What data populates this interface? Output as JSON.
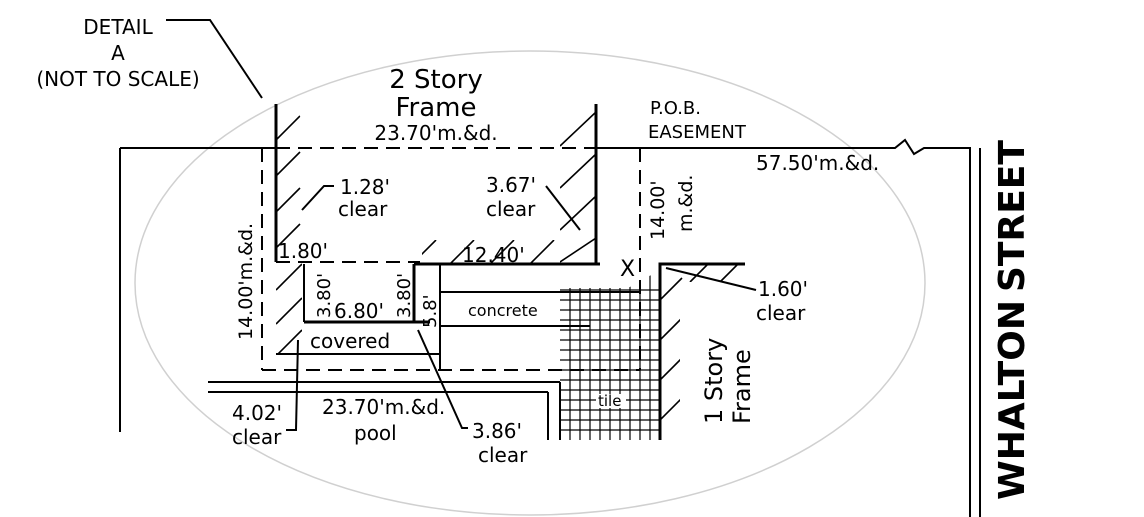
{
  "detail": {
    "line1": "DETAIL",
    "line2": "A",
    "line3": "(NOT TO SCALE)"
  },
  "house_label": {
    "line1": "2 Story",
    "line2": "Frame"
  },
  "top_dim": "23.70'm.&d.",
  "pob": {
    "line1": "P.O.B.",
    "line2": "EASEMENT"
  },
  "street_dim": "57.50'm.&d.",
  "street_name": {
    "word1": "WHALTON",
    "word2": "STREET"
  },
  "left_dim": "14.00'm.&d.",
  "right_dim": {
    "line1": "14.00'",
    "line2": "m.&d."
  },
  "clear_128": {
    "value": "1.28'",
    "label": "clear"
  },
  "clear_367": {
    "value": "3.67'",
    "label": "clear"
  },
  "dim_180": "1.80'",
  "dim_1240": "12.40'",
  "dim_380a": "3.80'",
  "dim_380b": "3.80'",
  "dim_680": "6.80'",
  "dim_58": "5.8'",
  "concrete": "concrete",
  "covered": "covered",
  "clear_160": {
    "value": "1.60'",
    "label": "clear"
  },
  "one_story": {
    "line1": "1 Story",
    "line2": "Frame"
  },
  "tile": "tile",
  "clear_402": {
    "value": "4.02'",
    "label": "clear"
  },
  "pool": {
    "dim": "23.70'm.&d.",
    "label": "pool"
  },
  "clear_386": {
    "value": "3.86'",
    "label": "clear"
  },
  "x_mark": "X"
}
